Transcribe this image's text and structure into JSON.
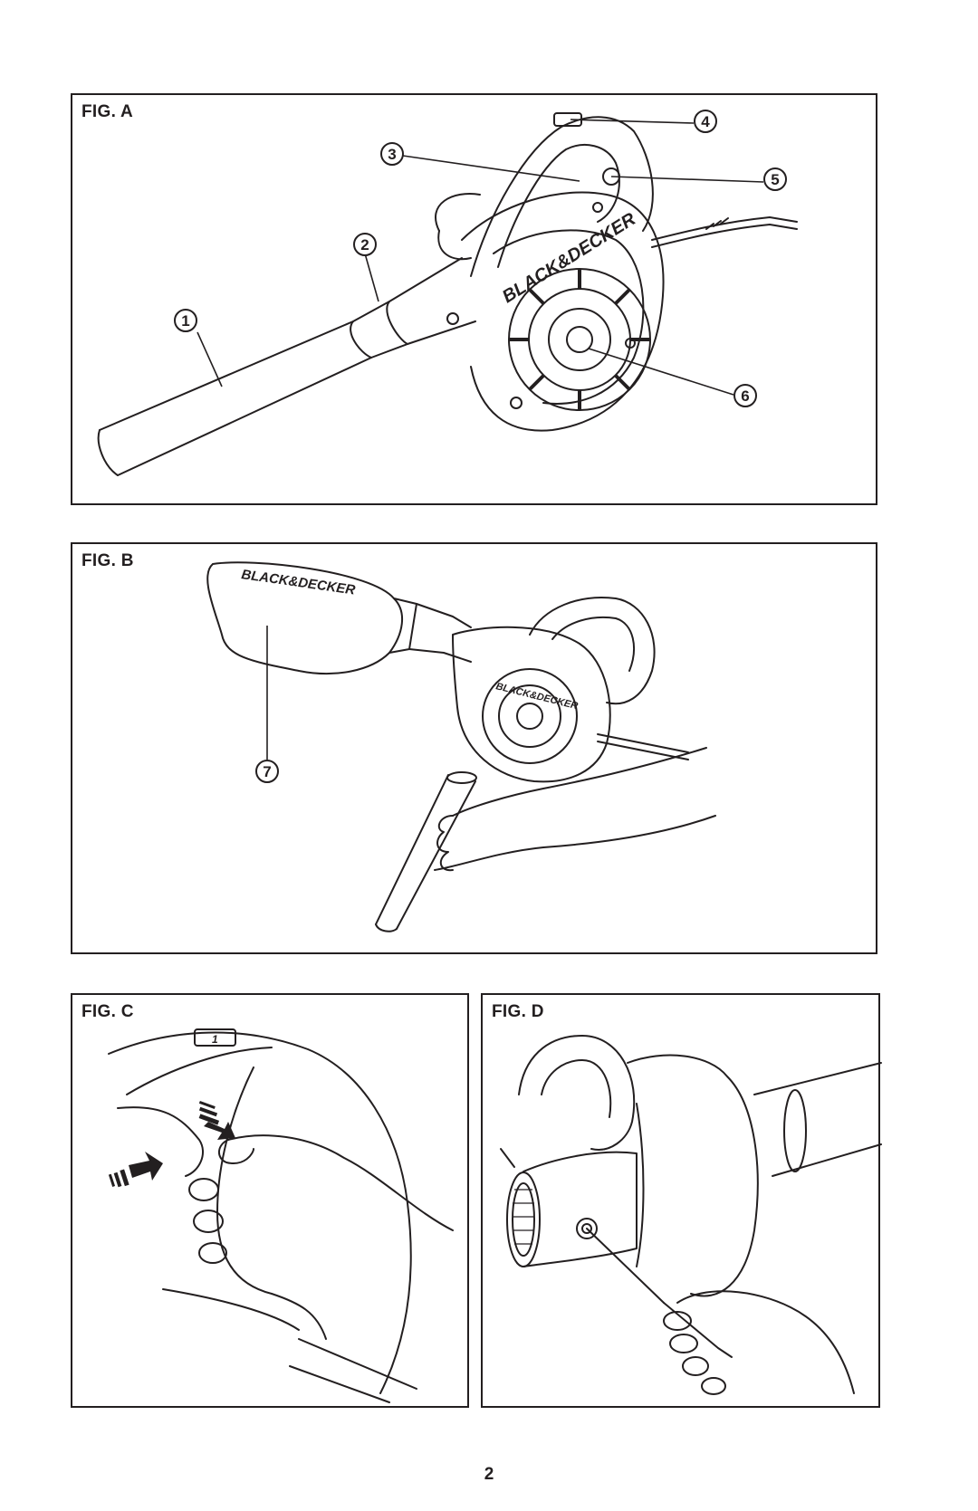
{
  "figures": {
    "a": {
      "label": "FIG. A",
      "brand": "BLACK&DECKER",
      "callouts": [
        "1",
        "2",
        "3",
        "4",
        "5",
        "6"
      ]
    },
    "b": {
      "label": "FIG. B",
      "brand": "BLACK&DECKER",
      "brand_small": "BLACK&DECKER",
      "callouts": [
        "7"
      ]
    },
    "c": {
      "label": "FIG. C",
      "switch_mark": "1"
    },
    "d": {
      "label": "FIG. D"
    }
  },
  "page_number": "2",
  "colors": {
    "line": "#231f20",
    "shade": "#d8d6d6",
    "dark_shade": "#595657"
  }
}
